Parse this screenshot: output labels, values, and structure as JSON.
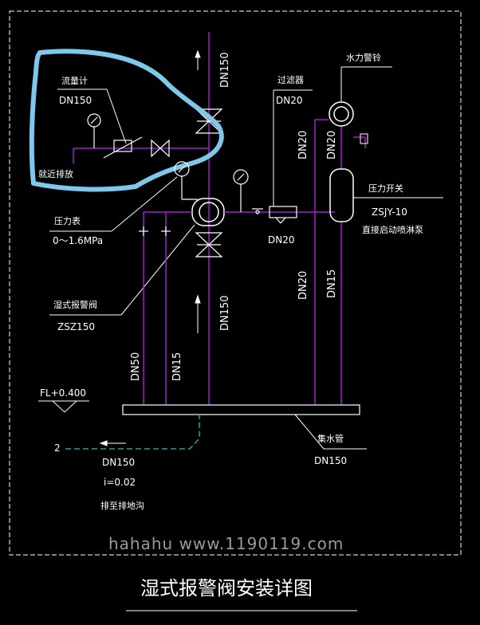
{
  "colors": {
    "background": "#000000",
    "pipe": "#a020c8",
    "drain": "#2fb8c0",
    "annotation": "#ffffff",
    "highlight": "#7fc8ec",
    "watermark": "#9a9a9a"
  },
  "labels": {
    "flowmeter": "流量计",
    "flowmeter_size": "DN150",
    "nearby_drain": "就近排放",
    "pressure_gauge": "压力表",
    "pressure_range": "0～1.6MPa",
    "alarm_valve": "湿式报警阀",
    "alarm_valve_model": "ZSZ150",
    "filter": "过滤器",
    "filter_size": "DN20",
    "water_bell": "水力警铃",
    "pressure_switch": "压力开关",
    "switch_model": "ZSJY-10",
    "switch_note": "直接启动喷淋泵",
    "main_top": "DN150",
    "main_bottom": "DN150",
    "valve_outlet": "DN20",
    "riser_a": "DN20",
    "riser_b": "DN20",
    "riser_c": "DN20",
    "riser_d": "DN15",
    "branch_a": "DN50",
    "branch_b": "DN15",
    "floor_level": "FL+0.400",
    "collector": "集水管",
    "collector_size": "DN150",
    "drain_number": "2",
    "drain_size": "DN150",
    "drain_slope": "i=0.02",
    "drain_to": "排至排地沟"
  },
  "watermark": "hahahu www.1190119.com",
  "title": "湿式报警阀安装详图"
}
